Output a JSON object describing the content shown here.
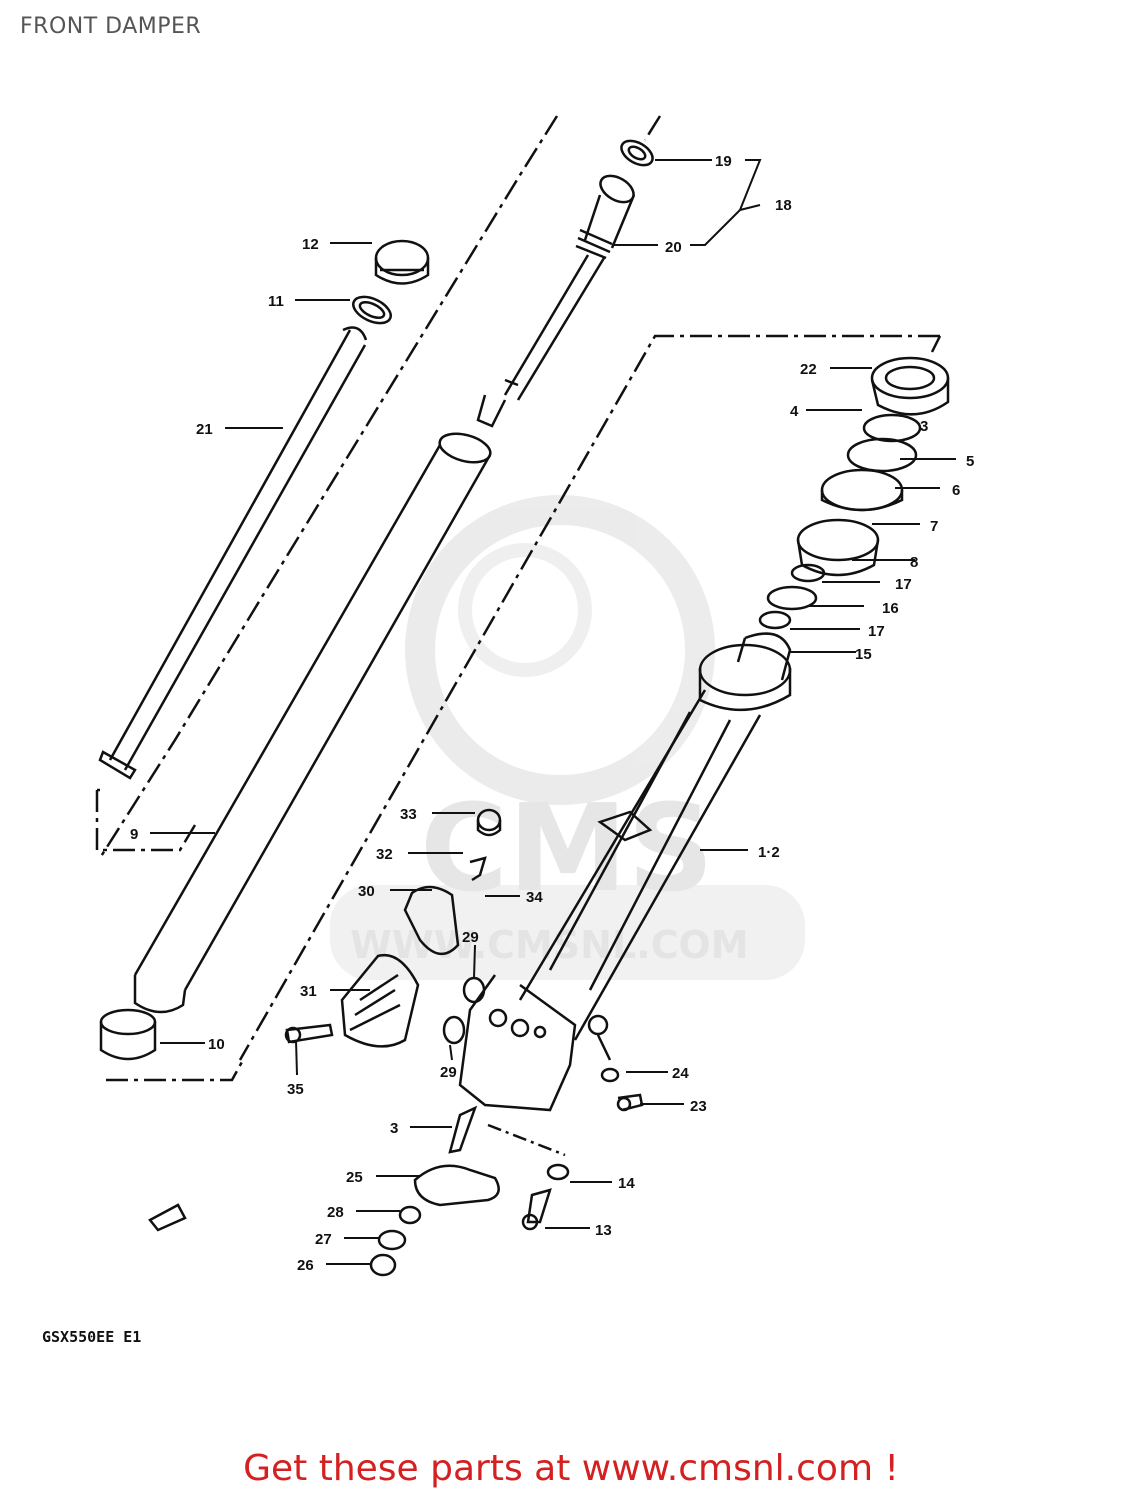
{
  "title": "FRONT DAMPER",
  "model_code": "GSX550EE E1",
  "watermark": "WWW.CMSNL.COM",
  "watermark_logo": "CMS",
  "footer": "Get these parts at www.cmsnl.com !",
  "colors": {
    "footer": "#d42020",
    "title": "#555555",
    "ink": "#111111",
    "watermark": "#d9d9d9"
  },
  "parts": {
    "p1_2": "1·2",
    "p3": "3",
    "p3b": "3",
    "p4": "4",
    "p5": "5",
    "p6": "6",
    "p7": "7",
    "p8": "8",
    "p9": "9",
    "p10": "10",
    "p11": "11",
    "p12": "12",
    "p13": "13",
    "p14": "14",
    "p15": "15",
    "p16": "16",
    "p17a": "17",
    "p17b": "17",
    "p18": "18",
    "p19": "19",
    "p20": "20",
    "p21": "21",
    "p22": "22",
    "p23": "23",
    "p24": "24",
    "p25": "25",
    "p26": "26",
    "p27": "27",
    "p28": "28",
    "p29a": "29",
    "p29b": "29",
    "p30": "30",
    "p31": "31",
    "p32": "32",
    "p33": "33",
    "p34": "34",
    "p35": "35"
  }
}
